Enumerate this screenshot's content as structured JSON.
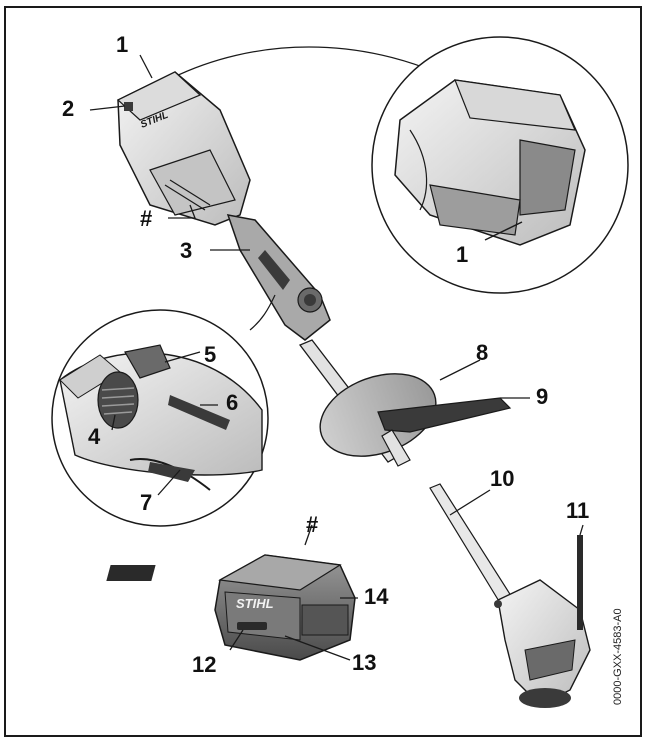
{
  "callouts": {
    "c1_top": "1",
    "c1_detail": "1",
    "c2": "2",
    "c3": "3",
    "c4": "4",
    "c5": "5",
    "c6": "6",
    "c7": "7",
    "c8": "8",
    "c9": "9",
    "c10": "10",
    "c11": "11",
    "c12": "12",
    "c13": "13",
    "c14": "14",
    "hash_motor": "#",
    "hash_battery": "#"
  },
  "brand": {
    "motor_logo": "STIHL",
    "battery_logo": "STIHL"
  },
  "figure_code": "0000-GXX-4583-A0",
  "colors": {
    "outline": "#1a1a1a",
    "housing_light": "#e9e9e9",
    "housing_mid": "#bdbdbd",
    "housing_dark": "#6e6e6e",
    "handle_dark": "#3a3a3a"
  }
}
